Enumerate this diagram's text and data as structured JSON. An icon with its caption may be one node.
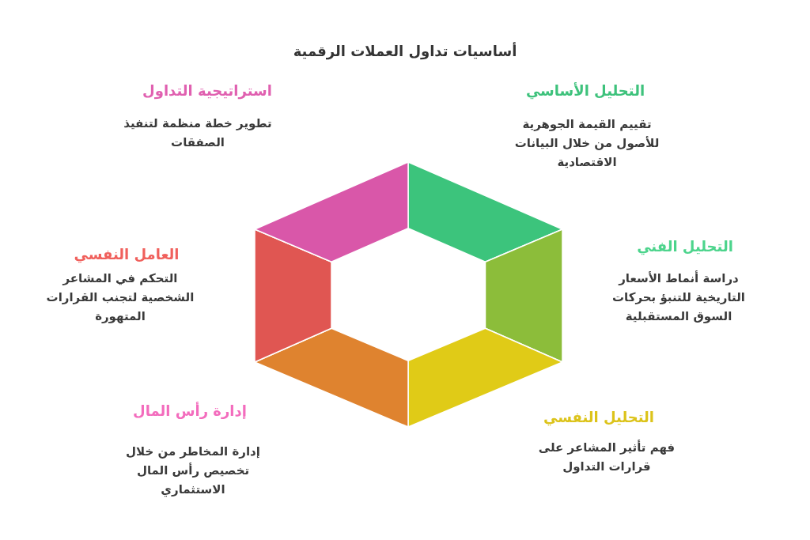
{
  "diagram": {
    "title": "أساسيات تداول العملات الرقمية",
    "nodes": [
      {
        "text": [],
        "shape": "trapezoid",
        "beside": [
          "التحليل الأساسي",
          "تقييم القيمة الجوهرية للأصول من خلال البيانات الاقتصادية"
        ]
      },
      {
        "text": [],
        "shape": "trapezoid",
        "beside": [
          "التحليل الفني",
          "دراسة أنماط الأسعار التاريخية للتنبؤ بحركات السوق المستقبلية"
        ]
      },
      {
        "text": [],
        "shape": "trapezoid",
        "beside": [
          "التحليل النفسي",
          "فهم تأثير المشاعر على قرارات التداول"
        ]
      },
      {
        "text": [],
        "shape": "trapezoid",
        "beside": [
          "إدارة رأس المال",
          "إدارة المخاطر من خلال تخصيص رأس المال الاستثماري"
        ]
      },
      {
        "text": [],
        "shape": "trapezoid",
        "beside": [
          "العامل النفسي",
          "التحكم في المشاعر الشخصية لتجنب القرارات المتهورة"
        ]
      },
      {
        "text": [],
        "shape": "trapezoid",
        "beside": [
          "استراتيجية التداول",
          "تطوير خطة منظمة لتنفيذ الصفقات"
        ]
      }
    ]
  }
}
